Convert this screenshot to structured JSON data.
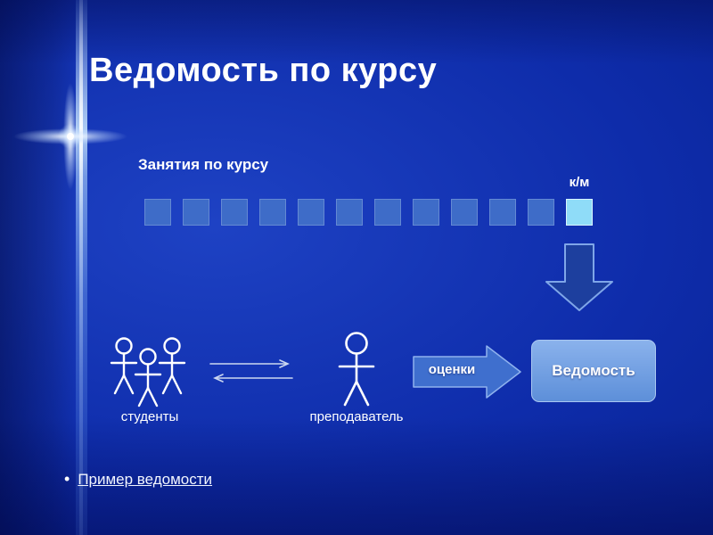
{
  "slide": {
    "title": "Ведомость по курсу"
  },
  "lessons": {
    "label": "Занятия по курсу",
    "km_label": "к/м",
    "squares": [
      "regular",
      "regular",
      "regular",
      "regular",
      "regular",
      "regular",
      "regular",
      "regular",
      "regular",
      "regular",
      "regular",
      "km"
    ]
  },
  "diagram": {
    "students_label": "студенты",
    "teacher_label": "преподаватель",
    "grades_label": "оценки",
    "vedomost_label": "Ведомость"
  },
  "footer": {
    "bullet": "•",
    "link_label": "Пример ведомости"
  },
  "colors": {
    "text": "#ffffff",
    "link": "#f2f6ff",
    "square_regular": "#3e6cc8",
    "square_km": "#8fdcf8",
    "down_arrow_fill": "#1d3f9e",
    "down_arrow_stroke": "#7fa6e8",
    "grades_arrow_fill": "#3f6fce",
    "grades_arrow_stroke": "#8fb2ee",
    "vedomost_fill_top": "#8ab2ec",
    "vedomost_fill_bottom": "#5d8fd9",
    "vedomost_border": "#a9c7f2"
  }
}
